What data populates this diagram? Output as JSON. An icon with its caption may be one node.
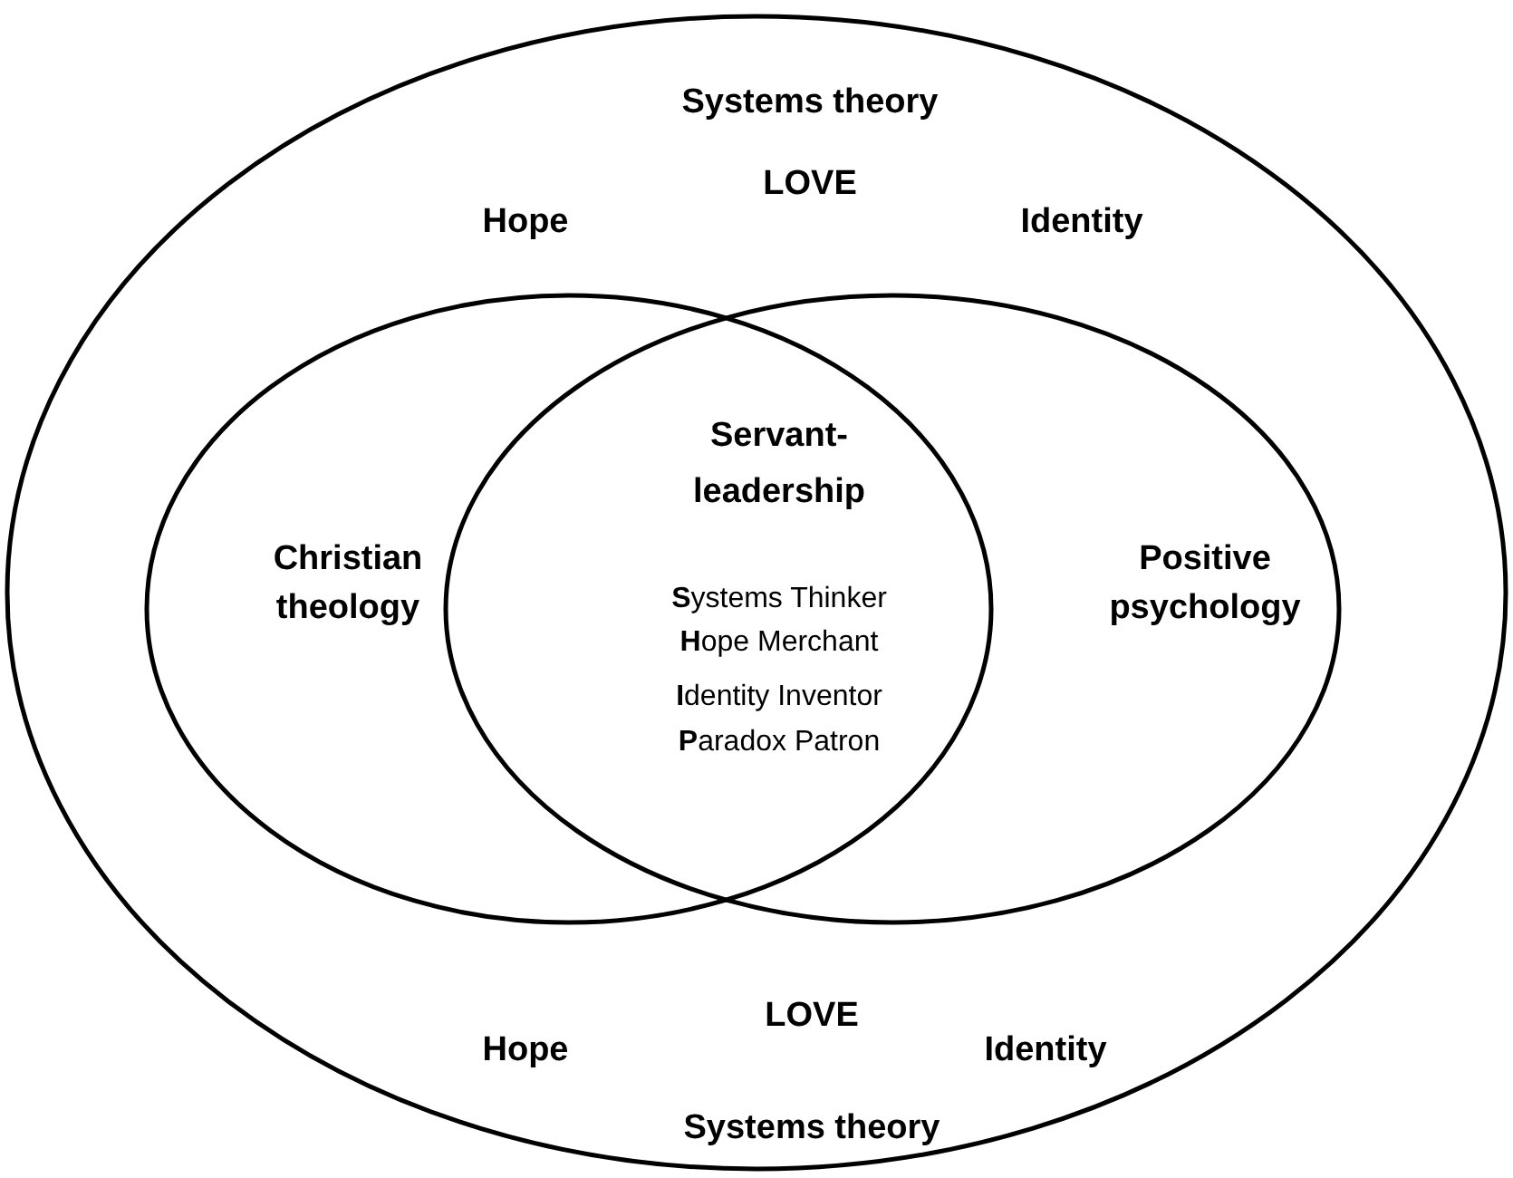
{
  "diagram": {
    "nodes": [
      {
        "text": [
          "Systems theory",
          "LOVE",
          "Hope",
          "Identity",
          "LOVE",
          "Hope",
          "Identity",
          "Systems theory"
        ]
      },
      {
        "text": [
          "Christian theology"
        ],
        "in": 0
      },
      {
        "text": [
          "Positive psychology"
        ],
        "in": 0
      }
    ],
    "edges": [],
    "labels": [
      "Servant-leadership",
      "**S**ystems Thinker",
      "**H**ope Merchant",
      "**I**dentity Inventor",
      "**P**aradox Patron"
    ]
  }
}
